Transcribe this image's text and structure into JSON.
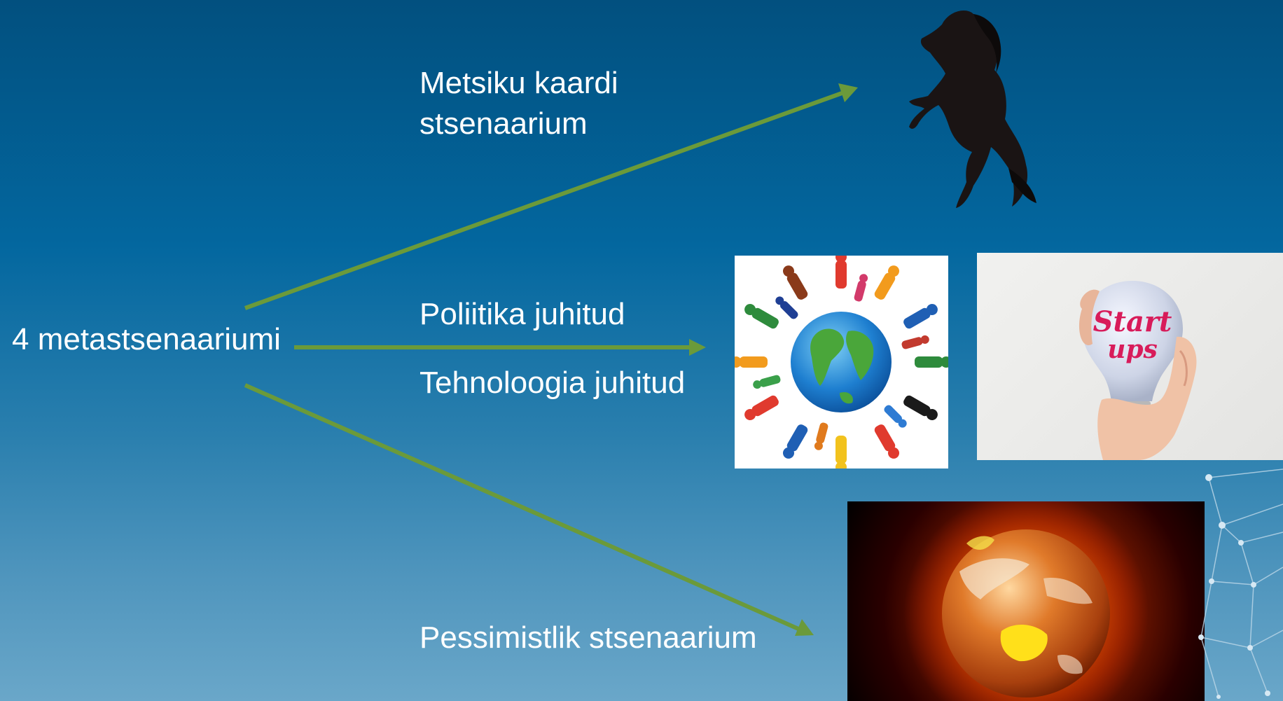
{
  "diagram": {
    "source_label": "4 metastsenaariumi",
    "branches": [
      {
        "label_lines": [
          "Metsiku kaardi",
          "stsenaarium"
        ]
      },
      {
        "label_lines": [
          "Poliitika juhitud"
        ]
      },
      {
        "label_lines": [
          "Tehnoloogia juhitud"
        ]
      },
      {
        "label_lines": [
          "Pessimistlik stsenaarium"
        ]
      }
    ],
    "images": {
      "startup_bulb_text": [
        "Start",
        "ups"
      ]
    }
  },
  "colors": {
    "arrow": "#6b9a3a",
    "text": "#ffffff",
    "background_top": "#02507f",
    "background_bottom": "#6aa7c9"
  },
  "icons": [
    "arrow-up-right-icon",
    "arrow-right-icon",
    "arrow-down-right-icon",
    "horse-icon",
    "globe-people-icon",
    "lightbulb-icon",
    "burning-earth-icon",
    "network-decor-icon"
  ]
}
